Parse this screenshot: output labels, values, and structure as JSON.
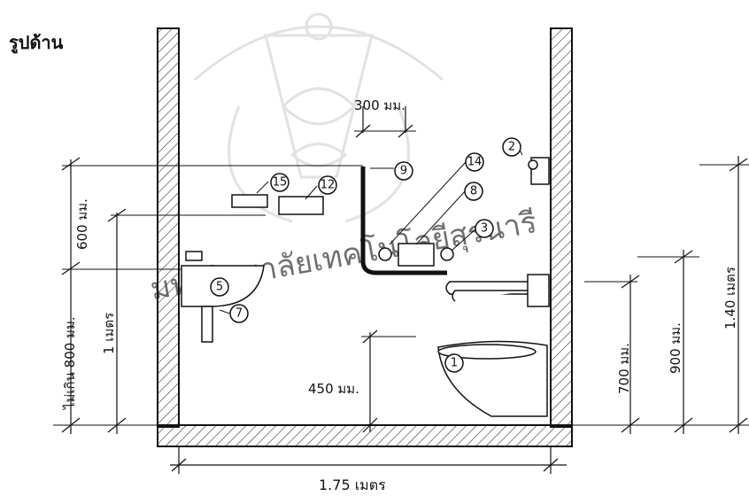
{
  "view_title": "รูปด้าน",
  "watermark_text": "มหาวิทยาลัยเทคโนโลยีสุรนารี",
  "dimensions": {
    "grab_bar_spacing": "300 มม.",
    "upper_shelf_zone": "600 มม.",
    "sink_height_max": "ไม่เกิน 800 มม.",
    "sink_front_height": "1 เมตร",
    "toilet_clearance": "450 มม.",
    "grab_bar_height_700": "700 มม.",
    "grab_bar_height_900": "900 มม.",
    "mirror_height": "1.40 เมตร",
    "room_width": "1.75 เมตร"
  },
  "callouts": [
    "1",
    "2",
    "3",
    "5",
    "7",
    "8",
    "9",
    "12",
    "14",
    "15"
  ],
  "colors": {
    "line": "#111111",
    "hatch": "#333333",
    "watermark": "#bfbfbf"
  }
}
